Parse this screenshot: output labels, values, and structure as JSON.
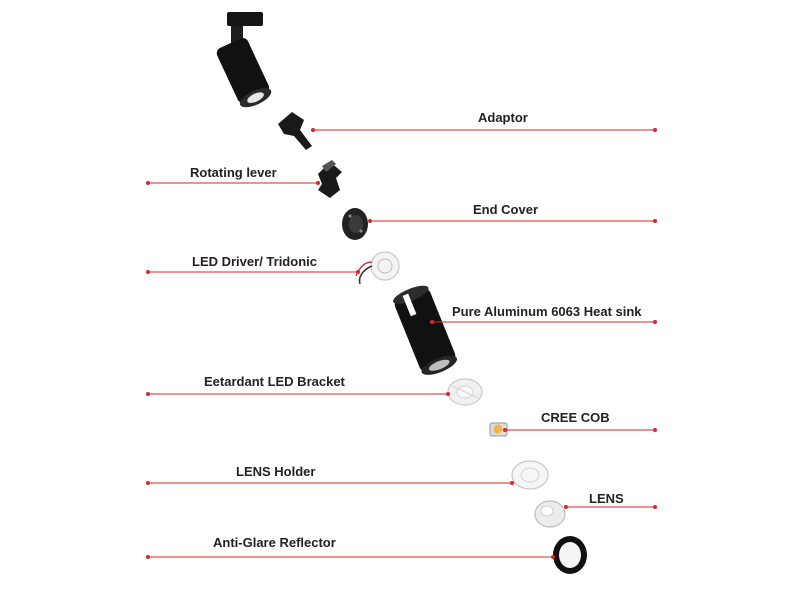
{
  "labels": [
    {
      "id": "adaptor",
      "text": "Adaptor"
    },
    {
      "id": "rotating-lever",
      "text": "Rotating lever"
    },
    {
      "id": "end-cover",
      "text": "End Cover"
    },
    {
      "id": "led-driver",
      "text": "LED Driver/ Tridonic"
    },
    {
      "id": "heat-sink",
      "text": "Pure Aluminum 6063 Heat sink"
    },
    {
      "id": "led-bracket",
      "text": "Eetardant LED Bracket"
    },
    {
      "id": "cree-cob",
      "text": "CREE COB"
    },
    {
      "id": "lens-holder",
      "text": "LENS Holder"
    },
    {
      "id": "lens",
      "text": "LENS"
    },
    {
      "id": "anti-glare-reflector",
      "text": "Anti-Glare Reflector"
    }
  ],
  "colors": {
    "leader": "#d9262a",
    "label": "#222222",
    "body": "#111111"
  }
}
